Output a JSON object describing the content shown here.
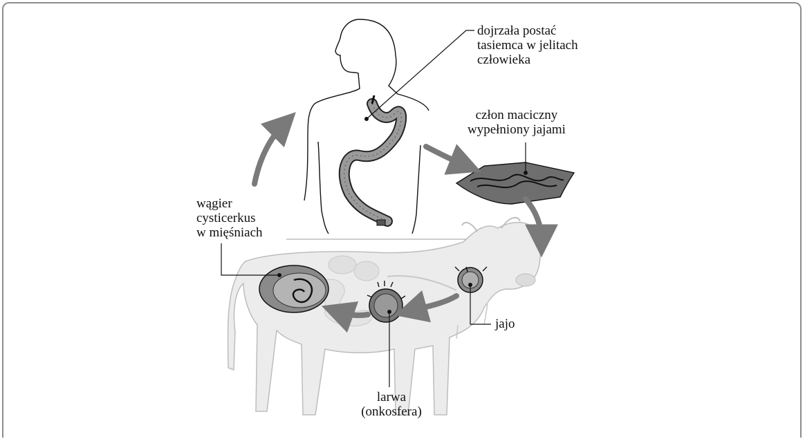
{
  "labels": {
    "adult": [
      "dojrzała postać",
      "tasiemca w jelitach",
      "człowieka"
    ],
    "proglottid": [
      "człon maciczny",
      "wypełniony jajami"
    ],
    "cysticercus": [
      "wągier",
      "cysticerkus",
      "w mięśniach"
    ],
    "egg": [
      "jajo"
    ],
    "larva": [
      "larwa",
      "(onkosfera)"
    ]
  },
  "colors": {
    "frame": "#8c8c8c",
    "arrow": "#7a7a7a",
    "outline": "#111111",
    "cow_fill": "#ececec",
    "cow_stroke": "#bdbdbd"
  }
}
